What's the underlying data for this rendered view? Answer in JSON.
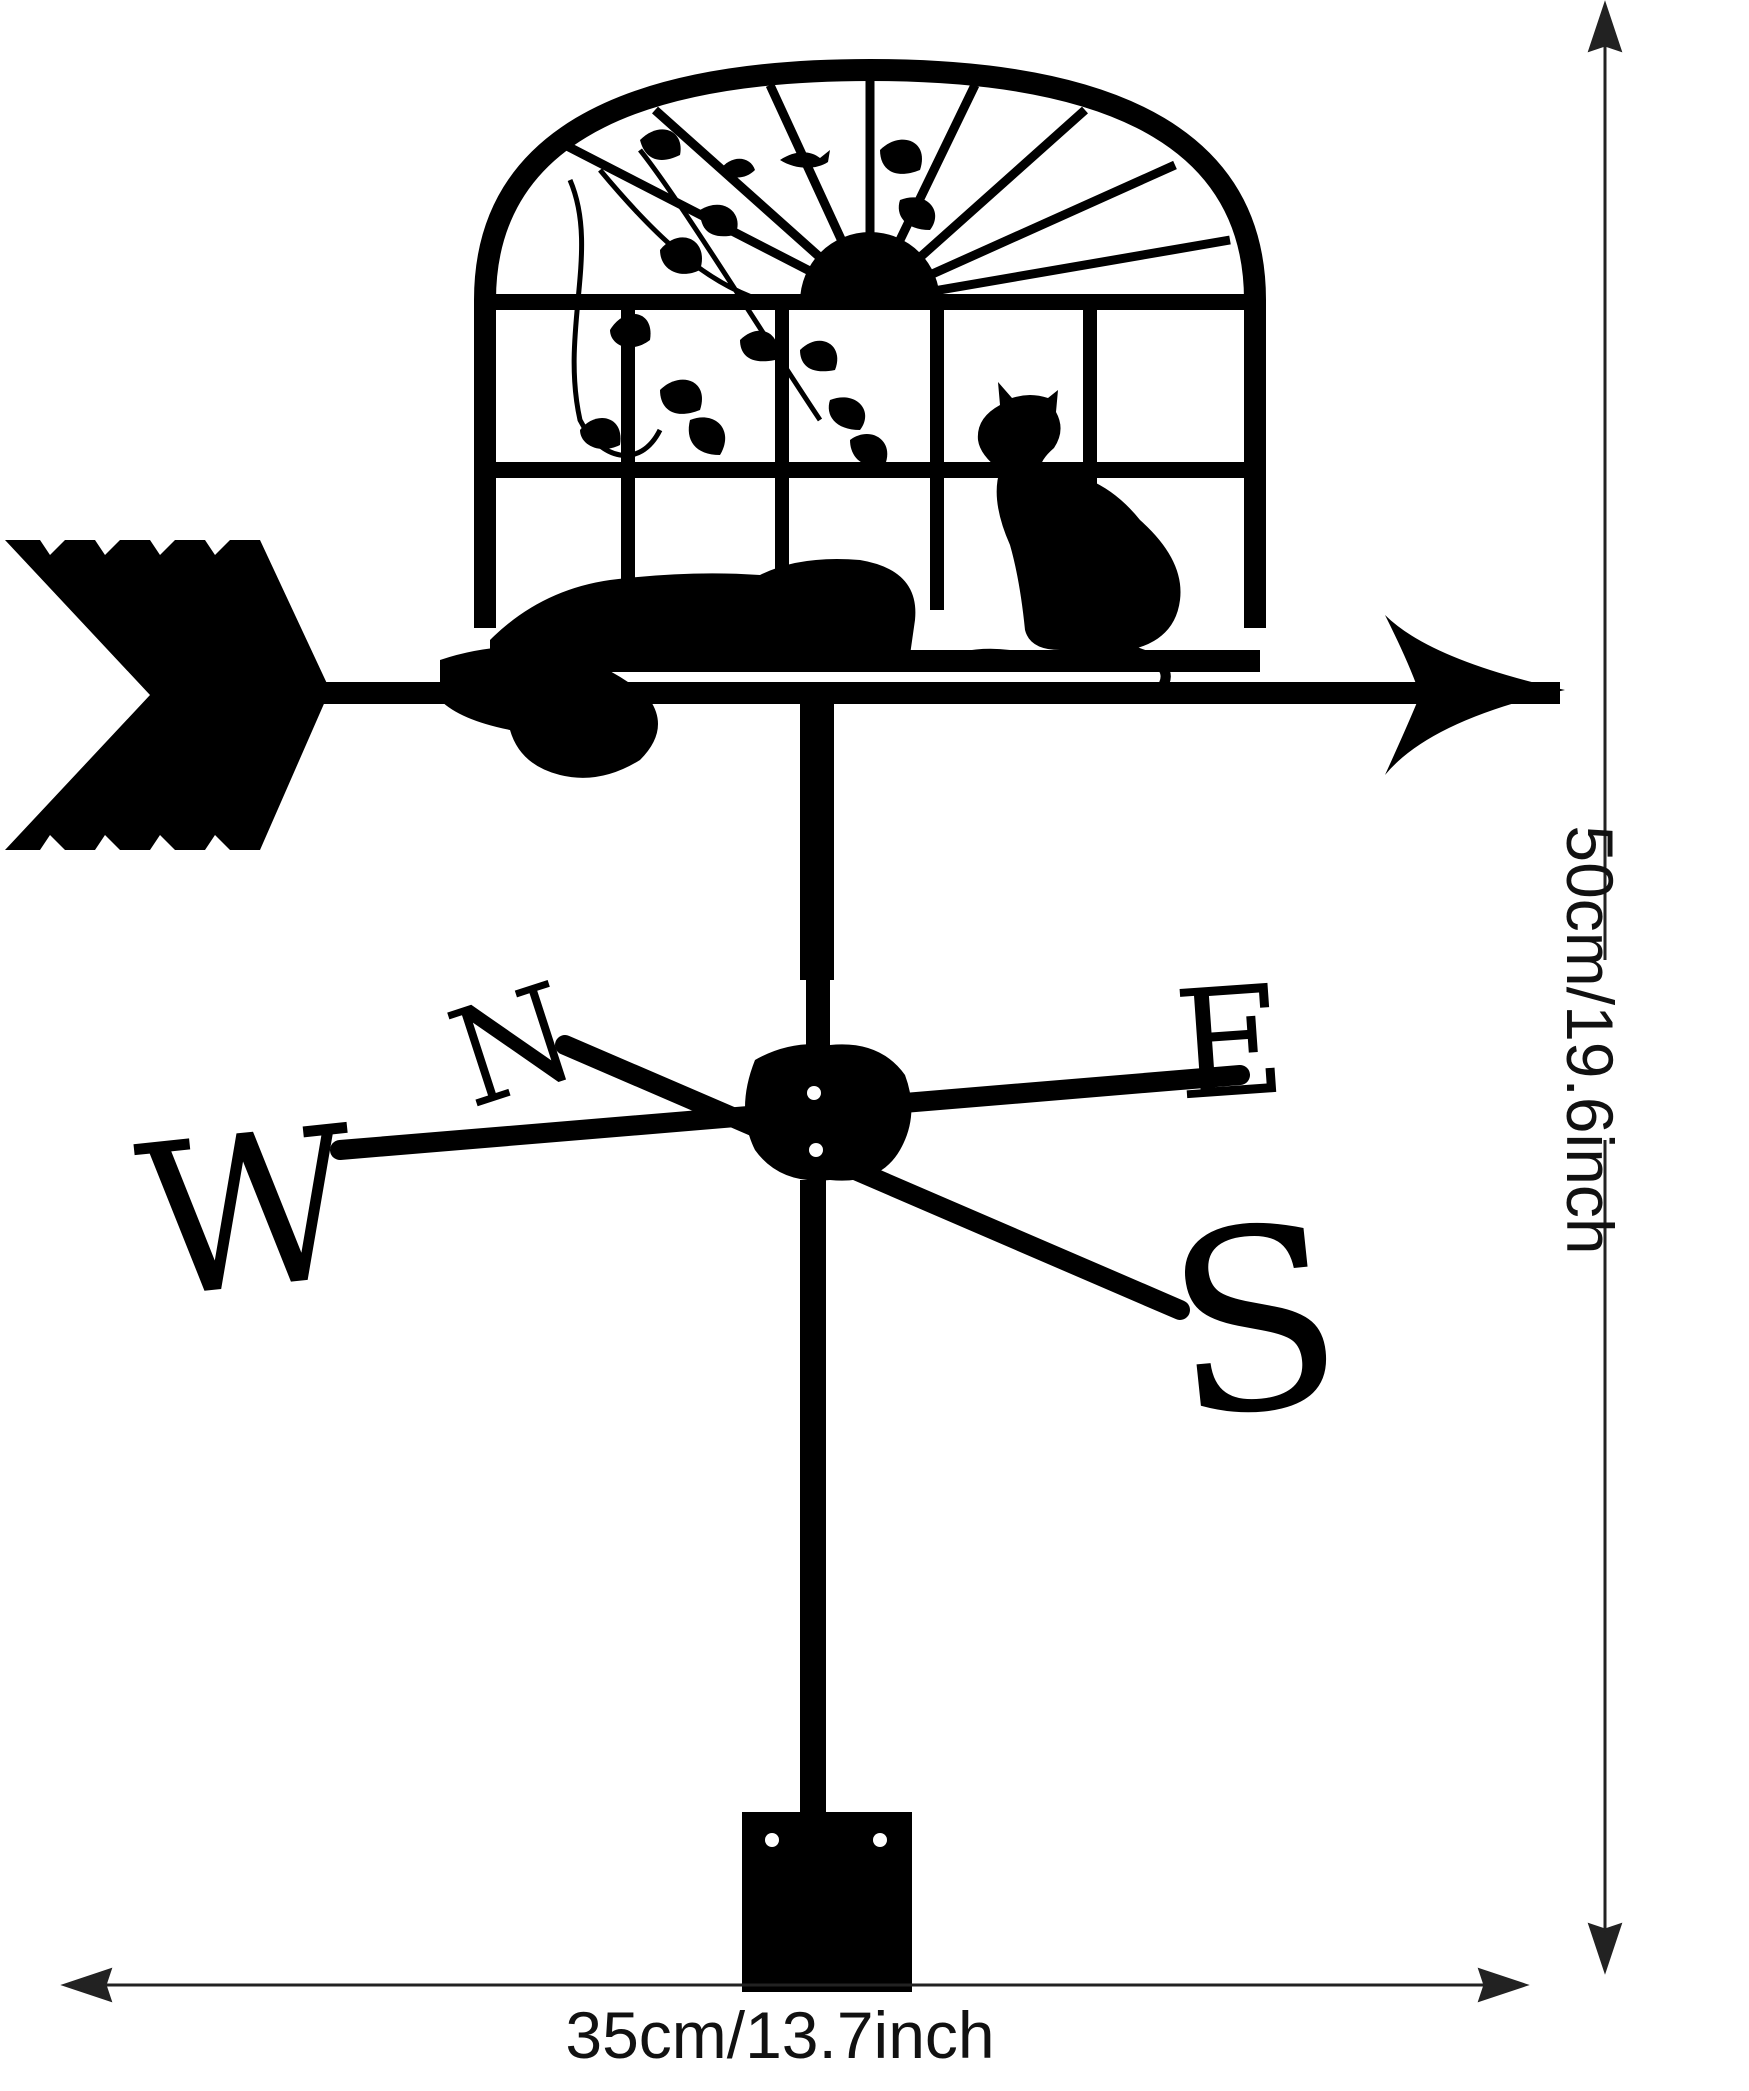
{
  "product": {
    "compass_letters": {
      "north": "N",
      "east": "E",
      "south": "S",
      "west": "W"
    },
    "ink_color": "#000000",
    "background_color": "#ffffff"
  },
  "dimensions": {
    "width_label": "35cm/13.7inch",
    "height_label": "50cm/19.6inch"
  }
}
